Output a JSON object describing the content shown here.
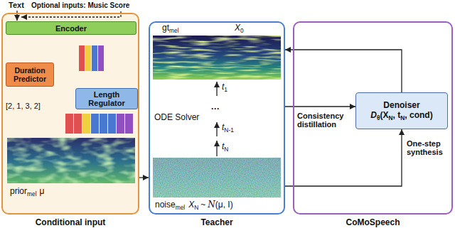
{
  "diagram": {
    "nodes": [
      {
        "text": [
          "Conditional input"
        ]
      },
      {
        "text": [
          "Encoder"
        ],
        "in": 0
      },
      {
        "text": [
          "Duration Predictor"
        ],
        "in": 0
      },
      {
        "text": [
          "Length Regulator"
        ],
        "in": 0
      },
      {
        "text": [
          "Teacher"
        ]
      },
      {
        "text": [
          "CoMoSpeech"
        ]
      },
      {
        "text": [
          "Denoiser",
          "D",
          "θ",
          "(X",
          "N",
          ", t",
          "N",
          ", cond)"
        ],
        "in": 5
      }
    ],
    "edges": [
      {
        "from": 1,
        "to": 2,
        "arrow": "to"
      },
      {
        "from": 1,
        "to": 3,
        "arrow": "to"
      },
      {
        "from": 2,
        "to": 3,
        "label": "[2, 1, 3, 2]",
        "arrow": "to"
      },
      {
        "from": 0,
        "to": 4,
        "arrow": "to"
      },
      {
        "from": 6,
        "to": 4,
        "arrow": "to"
      },
      {
        "from": 4,
        "to": 6,
        "label": "Consistency distillation",
        "arrow": "to"
      },
      {
        "from": 4,
        "to": 6,
        "label": "One-step synthesis",
        "arrow": "to"
      }
    ],
    "labels": [
      "Text",
      "Optional inputs: Music Score",
      "prior",
      "mel",
      "μ",
      "gt",
      "mel",
      "X",
      "0",
      "t",
      "1",
      "ODE Solver",
      "···",
      "t",
      "N-1",
      "t",
      "N",
      "noise",
      "mel",
      "X",
      "N",
      "~",
      "N",
      "(μ, I)"
    ]
  }
}
